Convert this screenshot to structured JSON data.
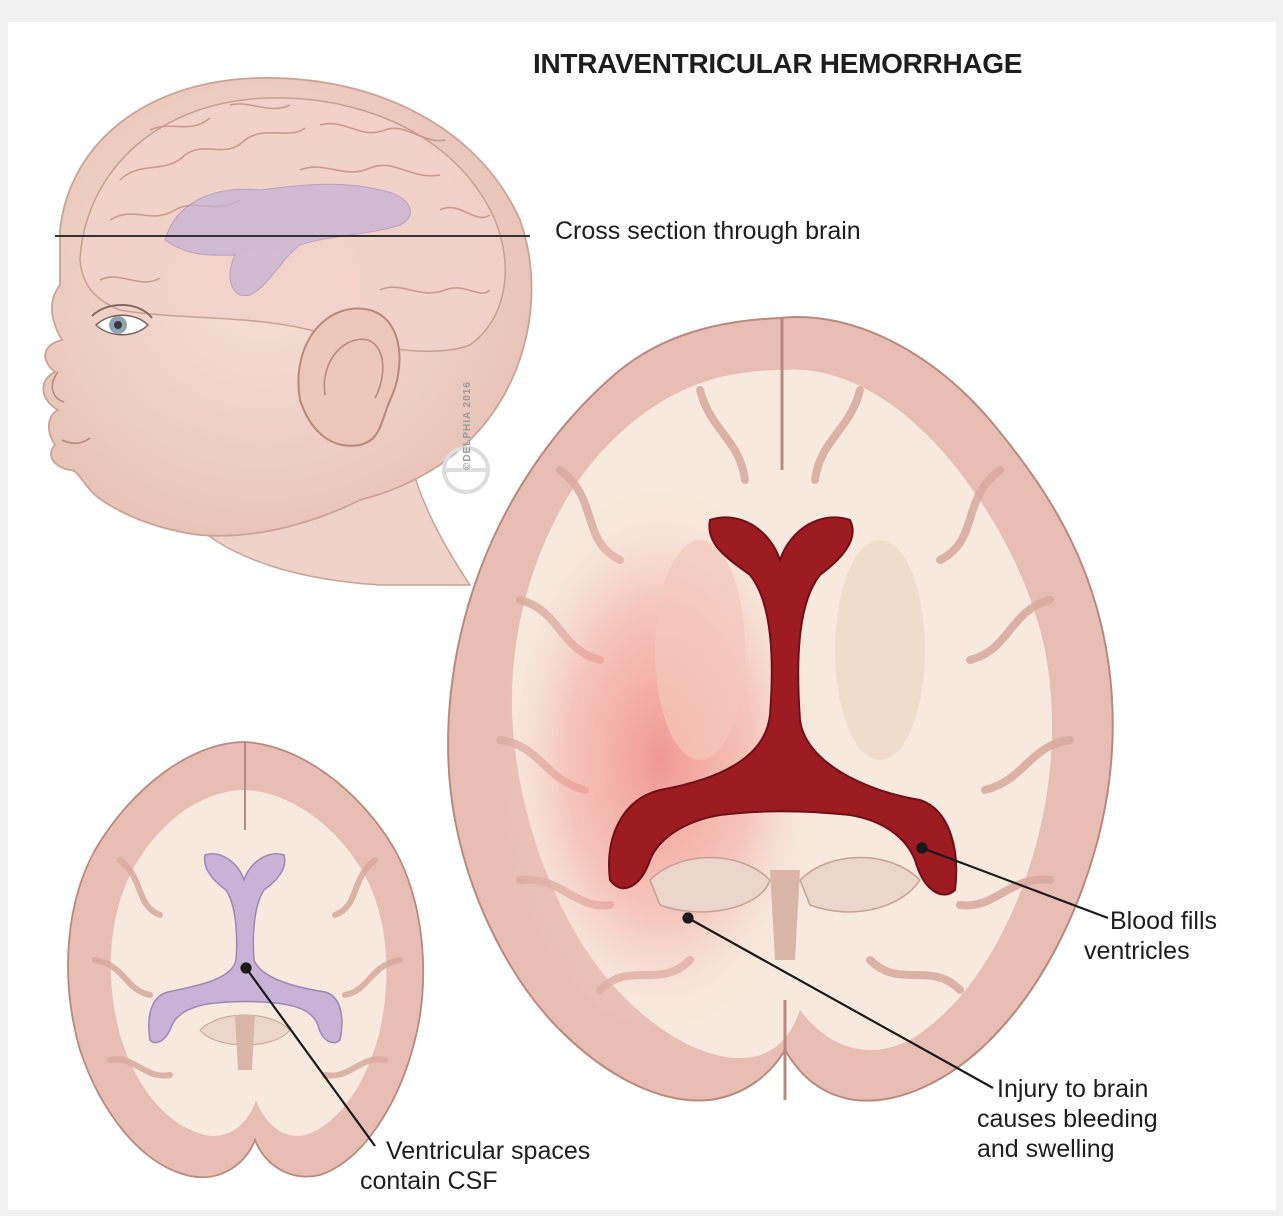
{
  "title": "INTRAVENTRICULAR HEMORRHAGE",
  "labels": {
    "cross_section": "Cross section through brain",
    "blood_fills_line1": "Blood fills",
    "blood_fills_line2": "ventricles",
    "injury_line1": "Injury to brain",
    "injury_line2": "causes bleeding",
    "injury_line3": "and swelling",
    "ventricular_line1": "Ventricular spaces",
    "ventricular_line2": "contain CSF"
  },
  "copyright": "©DELPHIA 2016",
  "colors": {
    "skin": "#f3d9cf",
    "brain_gray": "#e8bdb3",
    "white_matter": "#f7e9dd",
    "blood": "#9c1c22",
    "hemorrhage_glow": "#f08a86",
    "csf_ventricle": "#c8b3d6",
    "leader_line": "#1a1a1a"
  }
}
